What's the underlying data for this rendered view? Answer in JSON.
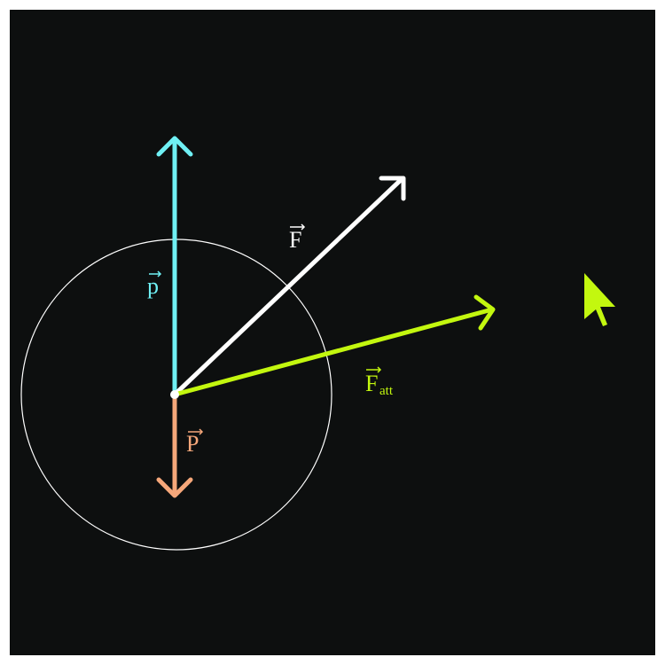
{
  "colors": {
    "background": "#0d0f0f",
    "circle": "#ffffff",
    "momentum": "#6ff0f4",
    "force": "#ffffff",
    "attraction": "#c3f70f",
    "weight": "#f5a77a",
    "cursor": "#c3f70f"
  },
  "labels": {
    "momentum": "p",
    "force": "F",
    "attraction_main": "F",
    "attraction_sub": "att",
    "weight": "P"
  },
  "icons": {
    "cursor": "mouse-pointer-icon"
  }
}
